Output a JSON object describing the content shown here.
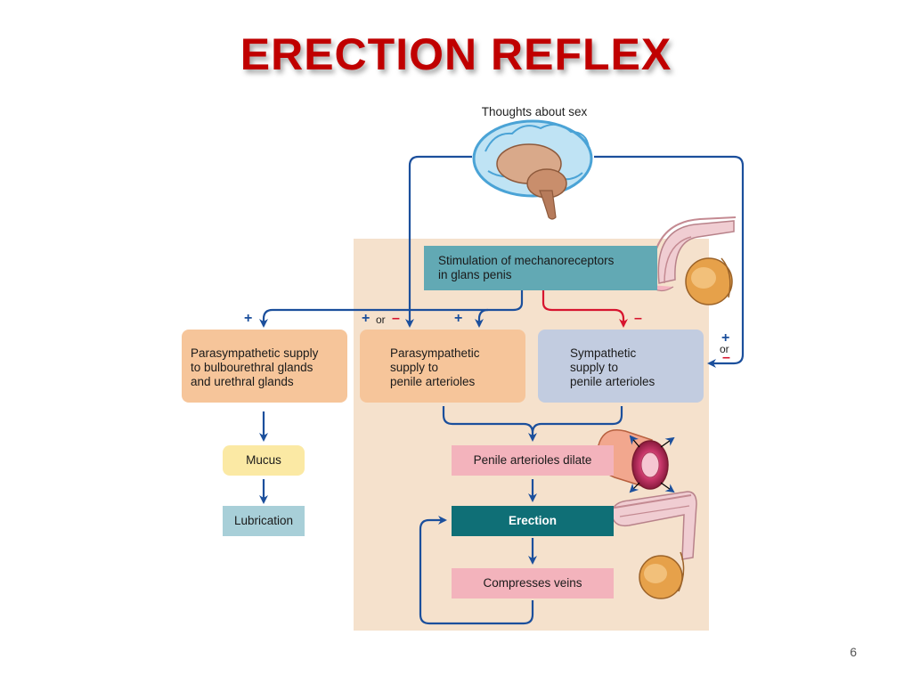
{
  "slide": {
    "title": "ERECTION REFLEX",
    "page_number": "6"
  },
  "diagram": {
    "top_label": "Thoughts about sex",
    "nodes": {
      "stimulation": "Stimulation of mechanoreceptors\nin glans penis",
      "para_bulbo": "Parasympathetic supply\nto bulbourethral glands\nand urethral glands",
      "para_penile": "Parasympathetic\nsupply to\npenile arterioles",
      "symp_penile": "Sympathetic\nsupply to\npenile arterioles",
      "mucus": "Mucus",
      "lubrication": "Lubrication",
      "dilate": "Penile arterioles dilate",
      "erection": "Erection",
      "compress": "Compresses veins"
    },
    "signs": {
      "plus": "+",
      "minus": "–",
      "or": "or"
    },
    "colors": {
      "panel": "#f5e1cc",
      "stimulation_box": "#62a9b4",
      "orange_box": "#f6c59a",
      "blue_grey_box": "#c2cce0",
      "mucus_box": "#fbe9a4",
      "lubrication_box": "#a8cfd8",
      "pink_box": "#f3b3bc",
      "erection_box": "#0f6f76",
      "arrow_blue": "#1b4f9c",
      "arrow_red": "#d7142e",
      "title_red": "#c00000"
    }
  }
}
